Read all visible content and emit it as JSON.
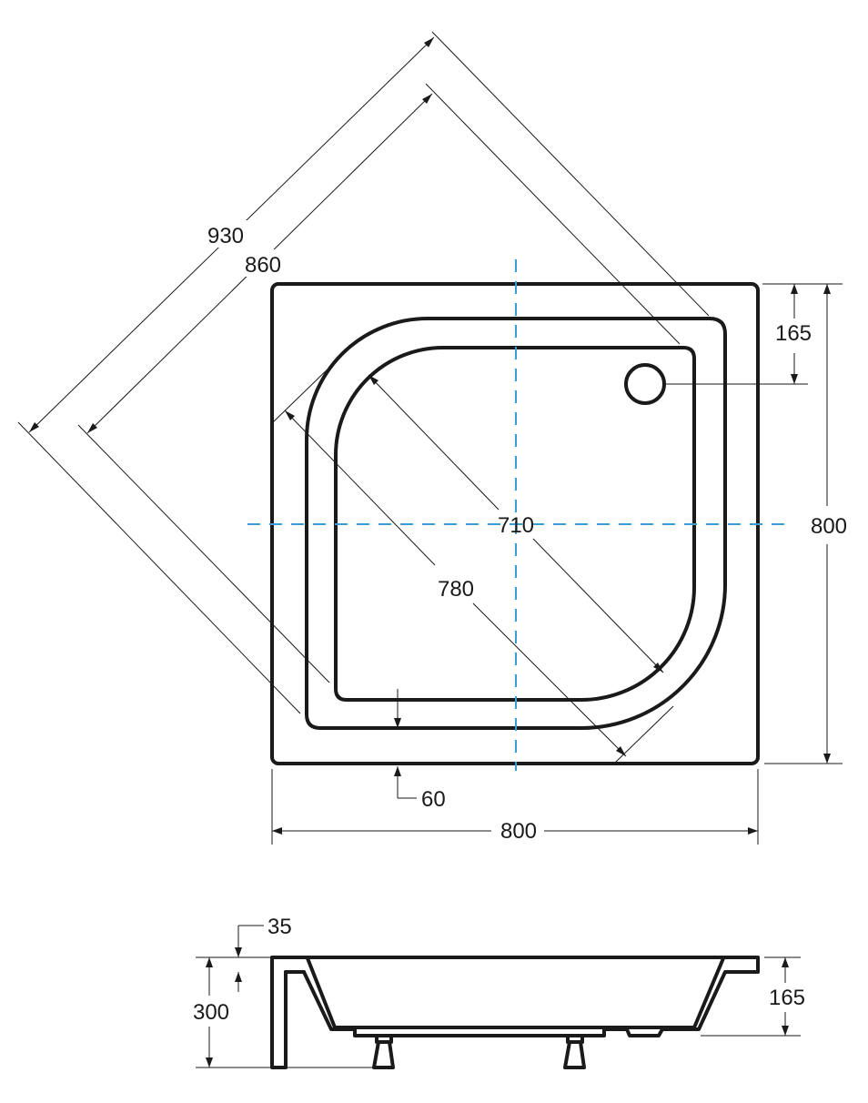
{
  "colors": {
    "line": "#1a1a1a",
    "center_line": "#3a9bd5",
    "background": "#ffffff"
  },
  "dimensions": {
    "diag_outer": "930",
    "diag_inner": "860",
    "rim_depth": "165",
    "height_total": "800",
    "width_total": "800",
    "basin_diag": "710",
    "rim_diag": "780",
    "rim_width": "60",
    "edge_thickness": "35",
    "overall_height": "300",
    "basin_depth": "165"
  }
}
